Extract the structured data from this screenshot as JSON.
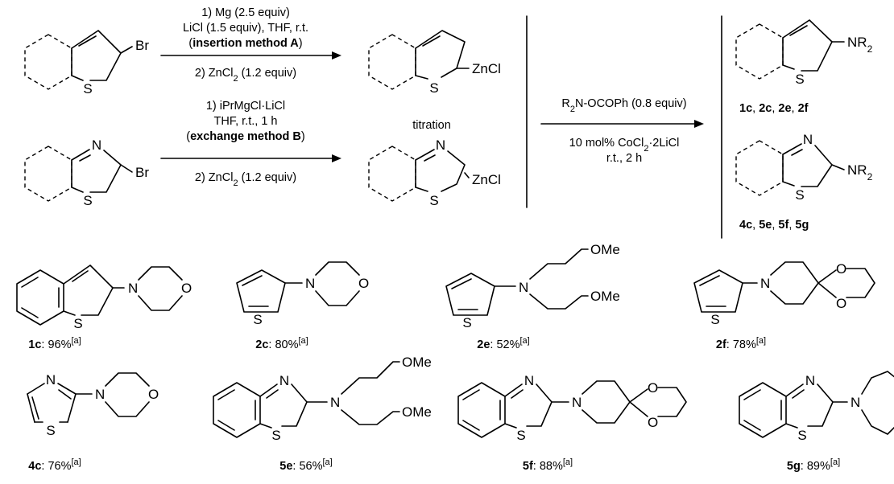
{
  "conditions": {
    "methodA": {
      "line1": "1) Mg (2.5 equiv)",
      "line2": "LiCl (1.5 equiv), THF, r.t.",
      "line3_name": "insertion method A",
      "line4": "2) ZnCl",
      "line4_sub": "2",
      "line4_tail": " (1.2 equiv)"
    },
    "methodB": {
      "line1": "1) iPrMgCl·LiCl",
      "line2": "THF, r.t., 1 h",
      "line3_name": "exchange method B",
      "line4": "2) ZnCl",
      "line4_sub": "2",
      "line4_tail": " (1.2 equiv)"
    },
    "titration": "titration",
    "amination": {
      "reagent_pre": "R",
      "reagent_sub": "2",
      "reagent_post": "N-OCOPh (0.8 equiv)",
      "catalyst_pre": "10 mol% CoCl",
      "catalyst_sub": "2",
      "catalyst_post": "·2LiCl",
      "time": "r.t., 2 h"
    }
  },
  "atoms": {
    "S": "S",
    "N": "N",
    "O": "O",
    "Br": "Br",
    "ZnCl": "ZnCl",
    "OMe": "OMe",
    "NR": "NR",
    "sub2": "2"
  },
  "product_groups": {
    "thiophene": [
      "1c",
      "2c",
      "2e",
      "2f"
    ],
    "thiazole": [
      "4c",
      "5e",
      "5f",
      "5g"
    ],
    "sep": ", "
  },
  "products": [
    {
      "id": "1c",
      "yield": ": 96%",
      "note": "[a]"
    },
    {
      "id": "2c",
      "yield": ": 80%",
      "note": "[a]"
    },
    {
      "id": "2e",
      "yield": ": 52%",
      "note": "[a]"
    },
    {
      "id": "2f",
      "yield": ": 78%",
      "note": "[a]"
    },
    {
      "id": "4c",
      "yield": ": 76%",
      "note": "[a]"
    },
    {
      "id": "5e",
      "yield": ": 56%",
      "note": "[a]"
    },
    {
      "id": "5f",
      "yield": ": 88%",
      "note": "[a]"
    },
    {
      "id": "5g",
      "yield": ": 89%",
      "note": "[a]"
    }
  ]
}
